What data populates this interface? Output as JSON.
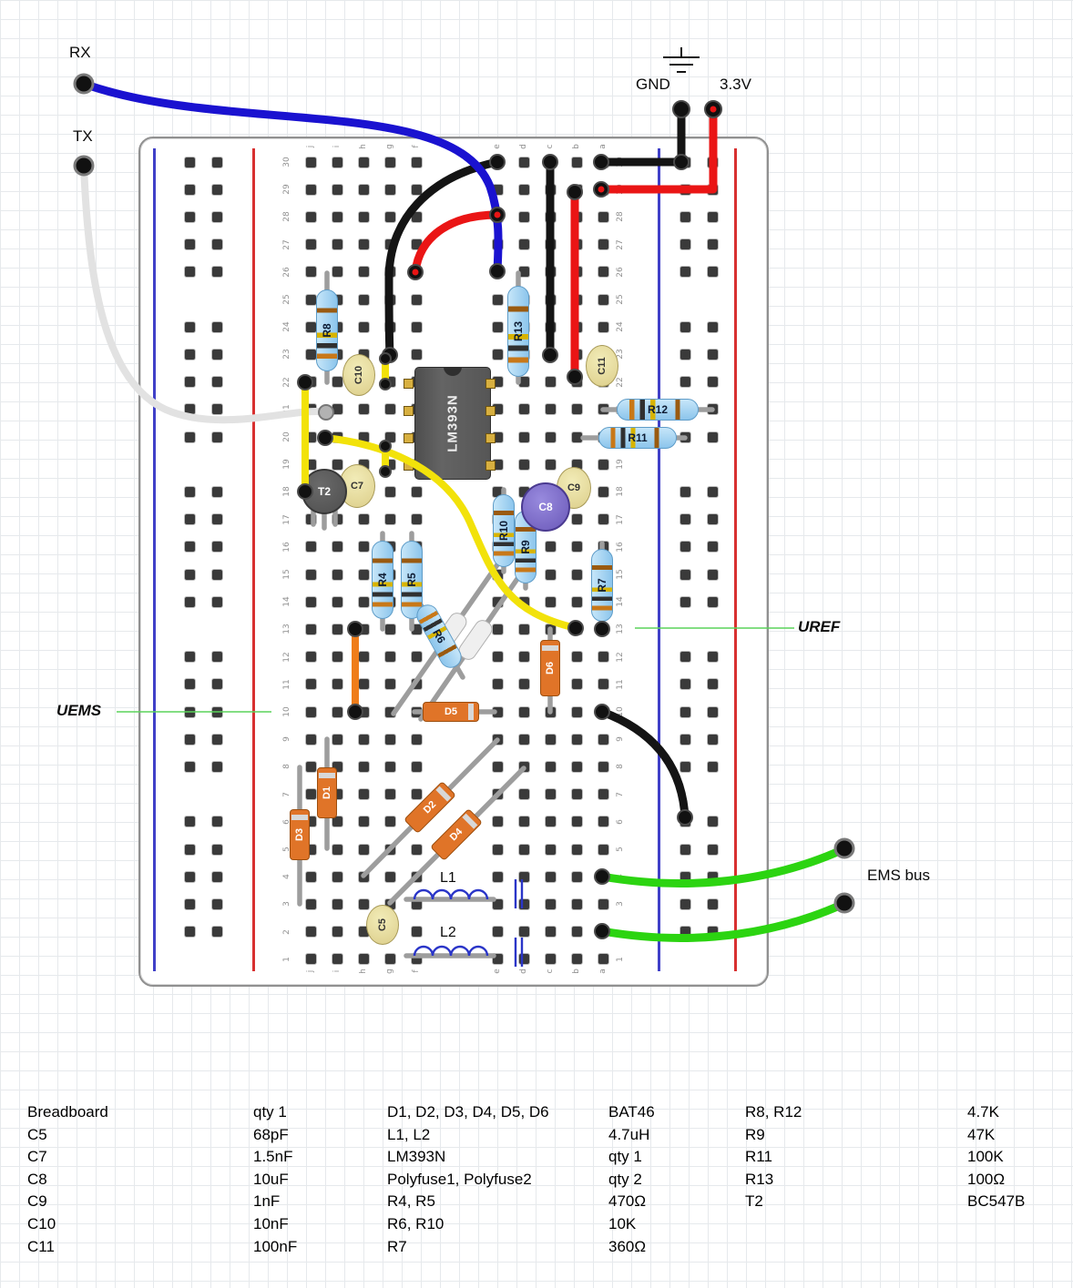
{
  "labels": {
    "rx": "RX",
    "tx": "TX",
    "gnd": "GND",
    "v33": "3.3V",
    "ems_bus": "EMS bus",
    "uref": "UREF",
    "uems": "UEMS"
  },
  "board": {
    "row_numbers": [
      "30",
      "29",
      "28",
      "27",
      "26",
      "25",
      "24",
      "23",
      "22",
      "21",
      "20",
      "19",
      "18",
      "17",
      "16",
      "15",
      "14",
      "13",
      "12",
      "11",
      "10",
      "9",
      "8",
      "7",
      "6",
      "5",
      "4",
      "3",
      "2",
      "1"
    ],
    "column_letters": [
      "j",
      "i",
      "h",
      "g",
      "f",
      "e",
      "d",
      "c",
      "b",
      "a"
    ]
  },
  "components": {
    "ic": "LM393N",
    "t2": "T2",
    "r4": "R4",
    "r5": "R5",
    "r6": "R6",
    "r7": "R7",
    "r8": "R8",
    "r9": "R9",
    "r10": "R10",
    "r11": "R11",
    "r12": "R12",
    "r13": "R13",
    "c5": "C5",
    "c7": "C7",
    "c8": "C8",
    "c9": "C9",
    "c10": "C10",
    "c11": "C11",
    "d1": "D1",
    "d2": "D2",
    "d3": "D3",
    "d4": "D4",
    "d5": "D5",
    "d6": "D6",
    "l1": "L1",
    "l2": "L2"
  },
  "colors": {
    "wire_blue": "#1a12d0",
    "wire_red": "#ea1515",
    "wire_black": "#141414",
    "wire_yellow": "#f2e20a",
    "wire_green": "#2cd411",
    "wire_orange": "#ef7d1a",
    "wire_white": "#e2e2e2",
    "annotation": "#5ad45a",
    "lead_gray": "#9d9d9d",
    "inductor_blue": "#2a35c8"
  },
  "bom": {
    "groups": [
      [
        {
          "name": "Breadboard",
          "value": "qty 1"
        },
        {
          "name": "C5",
          "value": "68pF"
        },
        {
          "name": "C7",
          "value": "1.5nF"
        },
        {
          "name": "C8",
          "value": "10uF"
        },
        {
          "name": "C9",
          "value": "1nF"
        },
        {
          "name": "C10",
          "value": "10nF"
        },
        {
          "name": "C11",
          "value": "100nF"
        }
      ],
      [
        {
          "name": "D1, D2, D3, D4, D5, D6",
          "value": "BAT46"
        },
        {
          "name": "L1, L2",
          "value": "4.7uH"
        },
        {
          "name": "LM393N",
          "value": "qty 1"
        },
        {
          "name": "Polyfuse1, Polyfuse2",
          "value": "qty 2"
        },
        {
          "name": "R4, R5",
          "value": "470Ω"
        },
        {
          "name": "R6, R10",
          "value": "10K"
        },
        {
          "name": "R7",
          "value": "360Ω"
        }
      ],
      [
        {
          "name": "R8, R12",
          "value": "4.7K"
        },
        {
          "name": "R9",
          "value": "47K"
        },
        {
          "name": "R11",
          "value": "100K"
        },
        {
          "name": "R13",
          "value": "100Ω"
        },
        {
          "name": "T2",
          "value": "BC547B"
        }
      ]
    ]
  }
}
